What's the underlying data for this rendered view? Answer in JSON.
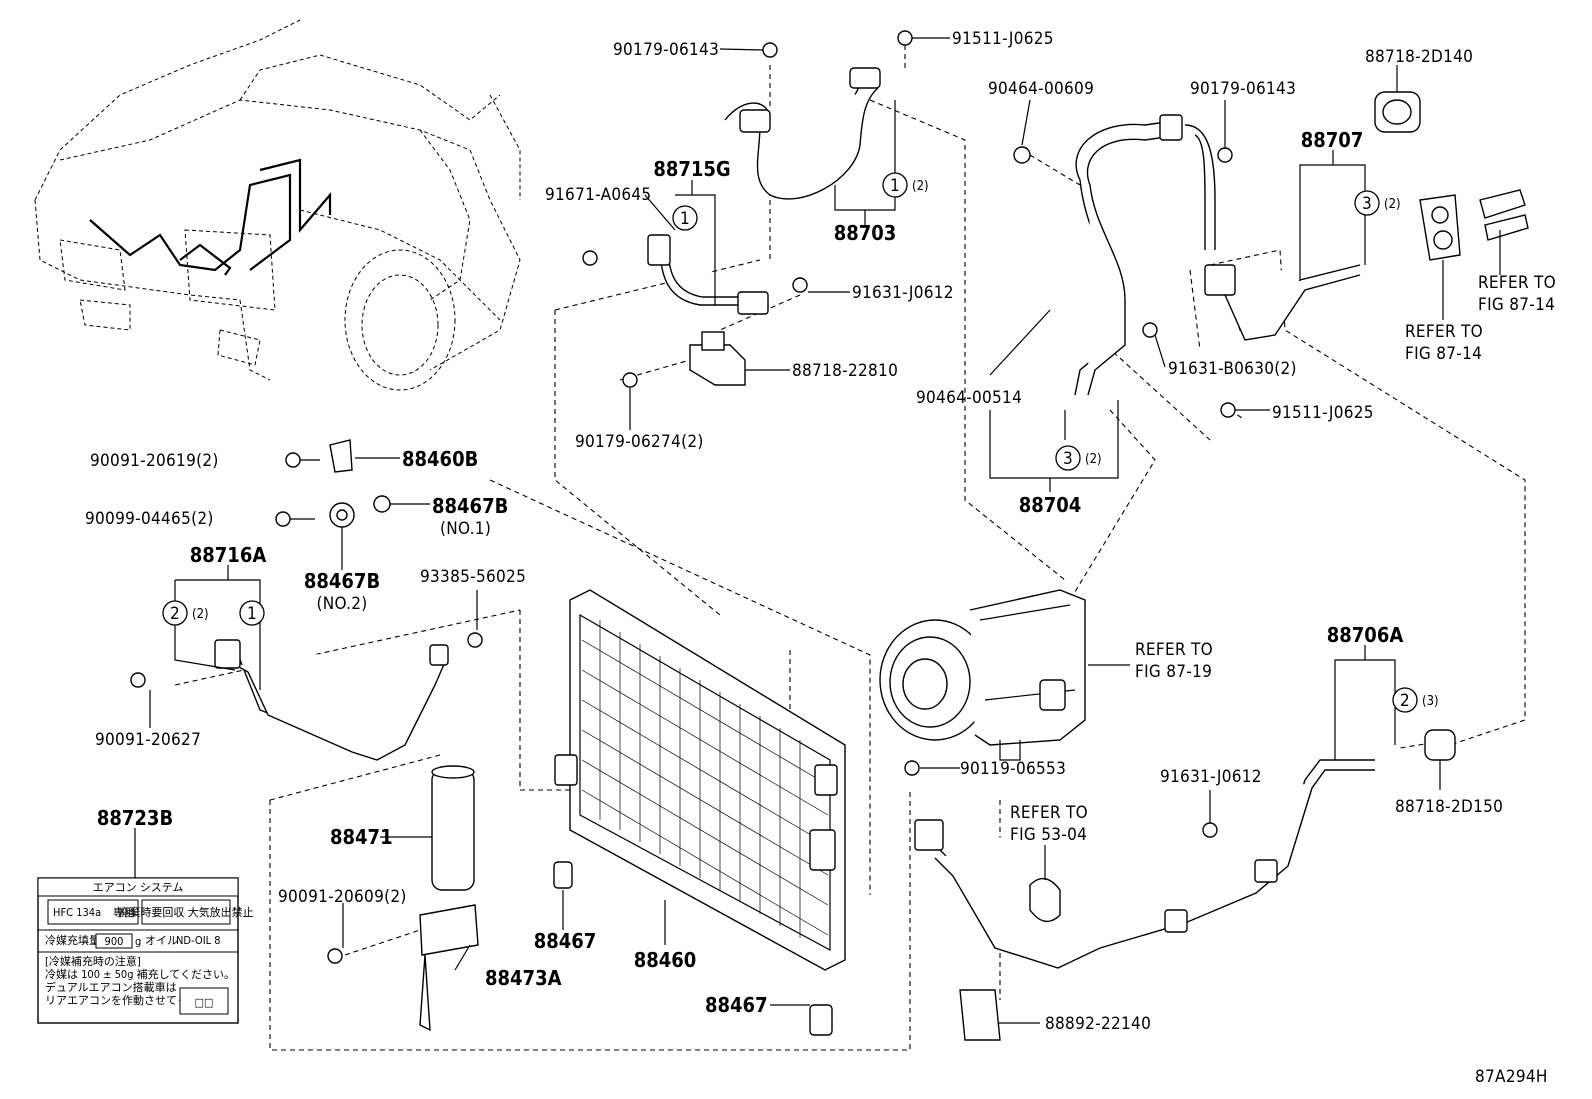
{
  "diagram_id": "87A294H",
  "callouts": {
    "c88703": "88703",
    "c90179_06143_a": "90179-06143",
    "c91511_J0625_a": "91511-J0625",
    "c88718_2D140": "88718-2D140",
    "c90464_00609": "90464-00609",
    "c90179_06143_b": "90179-06143",
    "c88707": "88707",
    "c88715G": "88715G",
    "c91671_A0645": "91671-A0645",
    "c91631_J0612_a": "91631-J0612",
    "c88718_22810": "88718-22810",
    "c90179_06274": "90179-06274(2)",
    "c91631_B0630": "91631-B0630(2)",
    "c90464_00514": "90464-00514",
    "c91511_J0625_b": "91511-J0625",
    "c88704": "88704",
    "c90091_20619": "90091-20619(2)",
    "c88460B": "88460B",
    "c90099_04465": "90099-04465(2)",
    "c88467B_1": "88467B",
    "c88467B_1_note": "(NO.1)",
    "c88716A": "88716A",
    "c88467B_2": "88467B",
    "c88467B_2_note": "(NO.2)",
    "c93385_56025": "93385-56025",
    "c90091_20627": "90091-20627",
    "c88723B": "88723B",
    "c88471": "88471",
    "c90091_20609": "90091-20609(2)",
    "c88473A": "88473A",
    "c88467_a": "88467",
    "c88460": "88460",
    "c88467_b": "88467",
    "c90119_06553": "90119-06553",
    "c91631_J0612_b": "91631-J0612",
    "c88706A": "88706A",
    "c88718_2D150": "88718-2D150",
    "c88892_22140": "88892-22140"
  },
  "refer": {
    "r1_line1": "REFER TO",
    "r1_line2": "FIG 87-14",
    "r2_line1": "REFER TO",
    "r2_line2": "FIG 87-14",
    "r3_line1": "REFER TO",
    "r3_line2": "FIG 87-19",
    "r4_line1": "REFER TO",
    "r4_line2": "FIG 53-04"
  },
  "circle_marks": {
    "m1": "1",
    "m1q": "(2)",
    "m2": "1",
    "m3": "3",
    "m3q": "(2)",
    "m4": "3",
    "m4q": "(2)",
    "m5": "2",
    "m5q": "(2)",
    "m6": "1",
    "m7": "2",
    "m7q": "(3)"
  },
  "label_plate": {
    "title": "エアコン システム",
    "gas": "HFC 134a",
    "gas_suffix": "専用",
    "warning": "廃棄時要回収 大気放出禁止",
    "charge_label": "冷媒充填量",
    "charge_value": "900",
    "charge_unit": "g",
    "oil_label": "オイル",
    "oil_value": "ND-OIL 8",
    "note1": "[冷媒補充時の注意]",
    "note2": "冷媒は 100 ± 50g 補充してください。",
    "note3": "デュアルエアコン搭載車は",
    "note4": "リアエアコンを作動させてください。",
    "box": "□□"
  }
}
